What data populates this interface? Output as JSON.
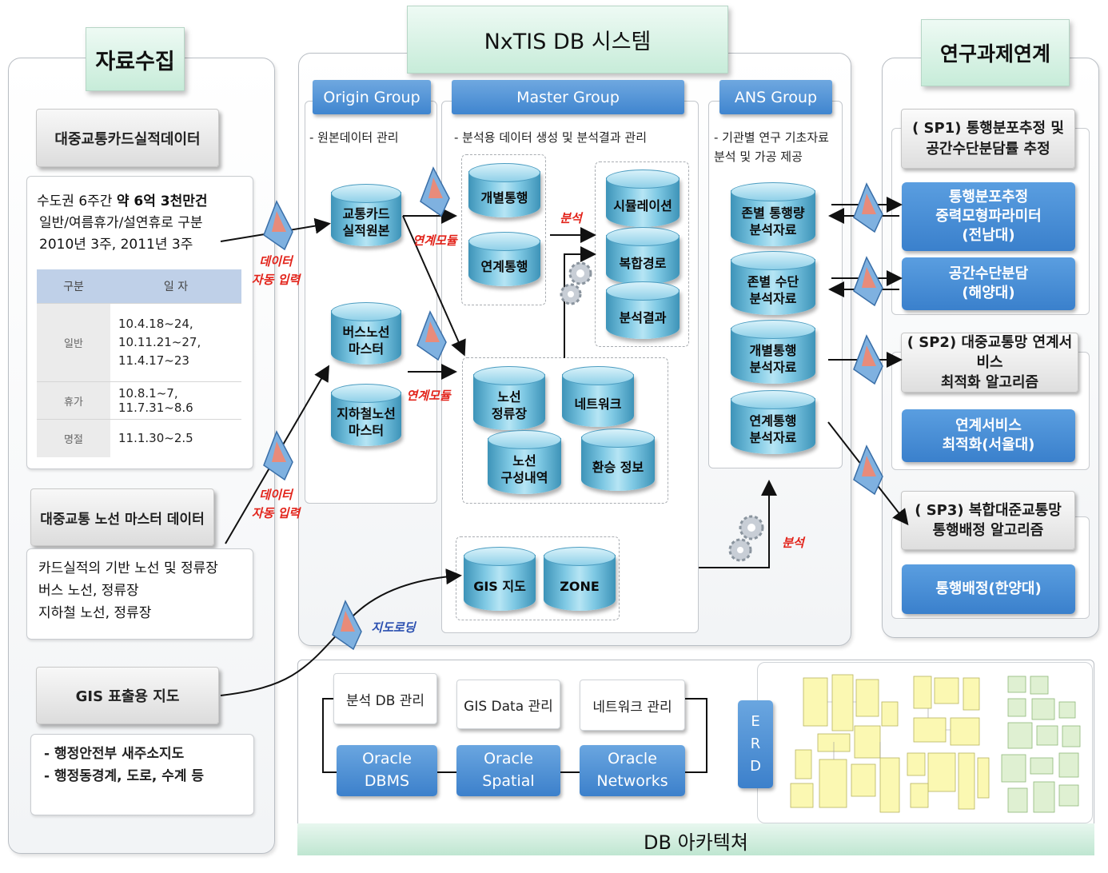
{
  "center_title": "NxTIS DB 시스템",
  "left": {
    "title": "자료수집",
    "card_data_label": "대중교통카드실적데이터",
    "card_desc": {
      "line1_prefix": "수도권 6주간 ",
      "line1_bold": "약 6억 3천만건",
      "line2": "일반/여름휴가/설연휴로 구분",
      "line3": "2010년 3주, 2011년 3주"
    },
    "table": {
      "headers": [
        "구분",
        "일 자"
      ],
      "rows": [
        {
          "k": "일반",
          "v": "10.4.18~24,\n10.11.21~27,\n11.4.17~23"
        },
        {
          "k": "휴가",
          "v": "10.8.1~7, 11.7.31~8.6"
        },
        {
          "k": "명절",
          "v": "11.1.30~2.5"
        }
      ]
    },
    "route_label": "대중교통 노선 마스터 데이터",
    "route_desc": "카드실적의 기반 노선 및 정류장\n버스 노선, 정류장\n지하철 노선, 정류장",
    "gis_label": "GIS 표출용 지도",
    "gis_desc": "- 행정안전부 새주소지도\n- 행정동경계, 도로, 수계 등"
  },
  "connectors": {
    "auto_input_1": "데이터\n자동 입력",
    "auto_input_2": "데이터\n자동 입력",
    "link_module_1": "연계모듈",
    "link_module_2": "연계모듈",
    "analysis_1": "분석",
    "analysis_2": "분석",
    "map_loading": "지도로딩"
  },
  "origin": {
    "header": "Origin Group",
    "desc": "- 원본데이터 관리",
    "dbs": [
      "교통카드\n실적원본",
      "버스노선\n마스터",
      "지하철노선\n마스터"
    ]
  },
  "master": {
    "header": "Master  Group",
    "desc": "- 분석용 데이터 생성 및 분석결과 관리",
    "dbs_a": [
      "개별통행",
      "연계통행"
    ],
    "dbs_b": [
      "시뮬레이션",
      "복합경로",
      "분석결과"
    ],
    "dbs_c": [
      "노선\n정류장",
      "네트워크",
      "노선\n구성내역",
      "환승 정보"
    ],
    "dbs_d": [
      "GIS 지도",
      "ZONE"
    ]
  },
  "ans": {
    "header": "ANS  Group",
    "desc": "- 기관별 연구 기초자료\n  분석 및 가공 제공",
    "dbs": [
      "존별 통행량\n분석자료",
      "존별 수단\n분석자료",
      "개별통행\n분석자료",
      "연계통행\n분석자료"
    ]
  },
  "right": {
    "title": "연구과제연계",
    "sp1": "( SP1) 통행분포추정 및\n공간수단분담률 추정",
    "sp1_box1": "통행분포추정\n중력모형파라미터\n(전남대)",
    "sp1_box2": "공간수단분담\n(해양대)",
    "sp2": "( SP2) 대중교통망 연계서비스\n최적화 알고리즘",
    "sp2_box": "연계서비스\n최적화(서울대)",
    "sp3": "( SP3) 복합대준교통망\n통행배정 알고리즘",
    "sp3_box": "통행배정(한양대)"
  },
  "arch": {
    "title": "DB 아카텍쳐",
    "top": [
      "분석 DB 관리",
      "GIS Data 관리",
      "네트워크 관리"
    ],
    "bottom": [
      "Oracle\nDBMS",
      "Oracle\nSpatial",
      "Oracle\nNetworks"
    ],
    "erd": "E\nR\nD"
  },
  "colors": {
    "group_header": "#4a8fd6",
    "red_label": "#e2231a",
    "cylinder": "#7fc9e4",
    "title_green": "#c7ecd9"
  }
}
